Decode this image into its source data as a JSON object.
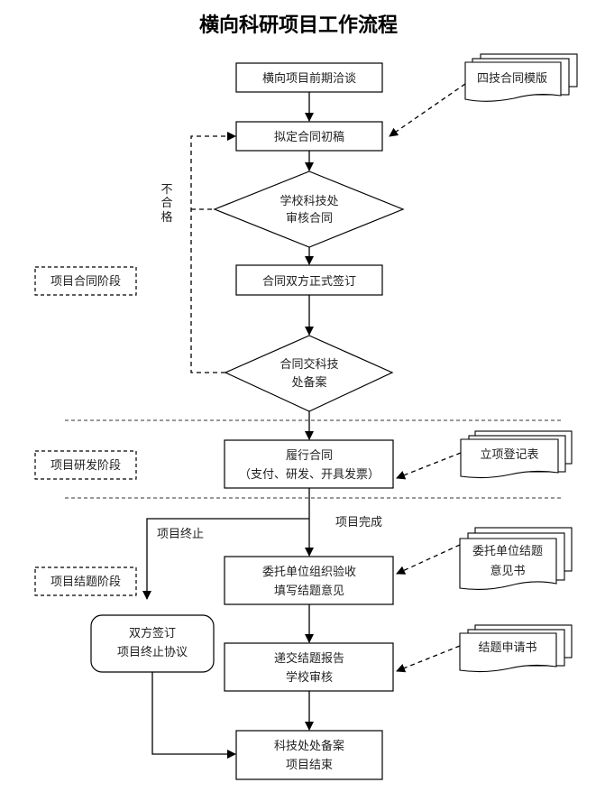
{
  "title": "横向科研项目工作流程",
  "steps": {
    "negotiation": [
      "横向项目前期洽谈"
    ],
    "draft_contract": [
      "拟定合同初稿"
    ],
    "review": [
      "学校科技处",
      "审核合同"
    ],
    "sign": [
      "合同双方正式签订"
    ],
    "filing": [
      "合同交科技",
      "处备案"
    ],
    "perform": [
      "履行合同",
      "（支付、研发、开具发票）"
    ],
    "acceptance": [
      "委托单位组织验收",
      "填写结题意见"
    ],
    "termination": [
      "双方签订",
      "项目终止协议"
    ],
    "submit_report": [
      "递交结题报告",
      "学校审核"
    ],
    "finish": [
      "科技处处备案",
      "项目结束"
    ]
  },
  "documents": {
    "contract_template": [
      "四技合同模版"
    ],
    "registration_form": [
      "立项登记表"
    ],
    "client_opinion": [
      "委托单位结题",
      "意见书"
    ],
    "closing_application": [
      "结题申请书"
    ]
  },
  "stages": {
    "contract": "项目合同阶段",
    "rnd": "项目研发阶段",
    "closing": "项目结题阶段"
  },
  "edge_labels": {
    "unqualified": [
      "不",
      "合",
      "格"
    ],
    "terminated": "项目终止",
    "completed": "项目完成"
  }
}
